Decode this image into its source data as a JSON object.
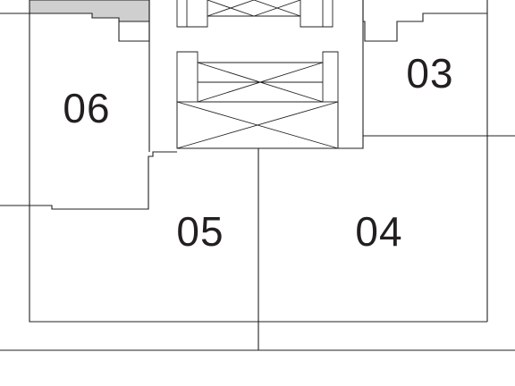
{
  "floor_plan": {
    "units": [
      {
        "id": "unit-03",
        "label": "03"
      },
      {
        "id": "unit-04",
        "label": "04"
      },
      {
        "id": "unit-05",
        "label": "05"
      },
      {
        "id": "unit-06",
        "label": "06"
      }
    ]
  }
}
